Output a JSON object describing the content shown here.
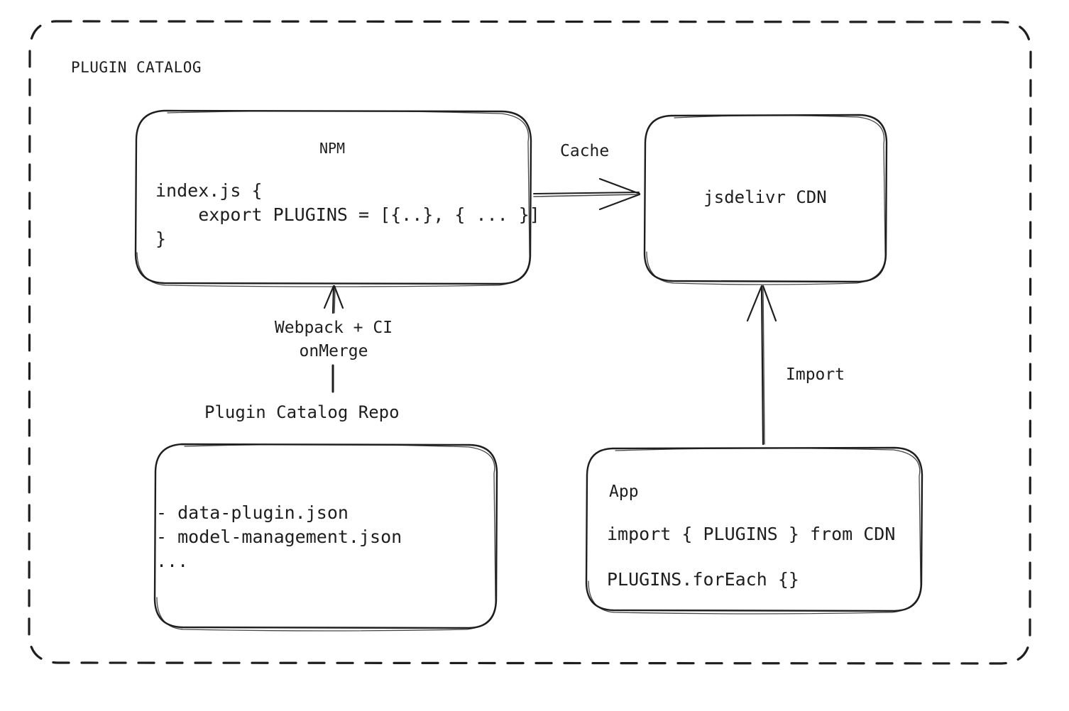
{
  "diagram": {
    "title": "PLUGIN CATALOG",
    "style": {
      "stroke_color": "#1e1e1e",
      "background_color": "#ffffff",
      "container_border": "dashed"
    },
    "nodes": {
      "npm": {
        "title": "NPM",
        "code": "index.js {\n    export PLUGINS = [{..}, { ... }]\n}"
      },
      "cdn": {
        "label": "jsdelivr CDN"
      },
      "repo": {
        "caption": "Plugin Catalog Repo",
        "files": "- data-plugin.json\n- model-management.json\n..."
      },
      "app": {
        "title": "App",
        "code_import": "import { PLUGINS } from CDN",
        "code_foreach": "PLUGINS.forEach {}"
      }
    },
    "edges": {
      "cache": {
        "label": "Cache",
        "from": "npm",
        "to": "cdn"
      },
      "build": {
        "label": "Webpack + CI\nonMerge",
        "from": "repo",
        "to": "npm"
      },
      "import": {
        "label": "Import",
        "from": "app",
        "to": "cdn"
      }
    }
  }
}
